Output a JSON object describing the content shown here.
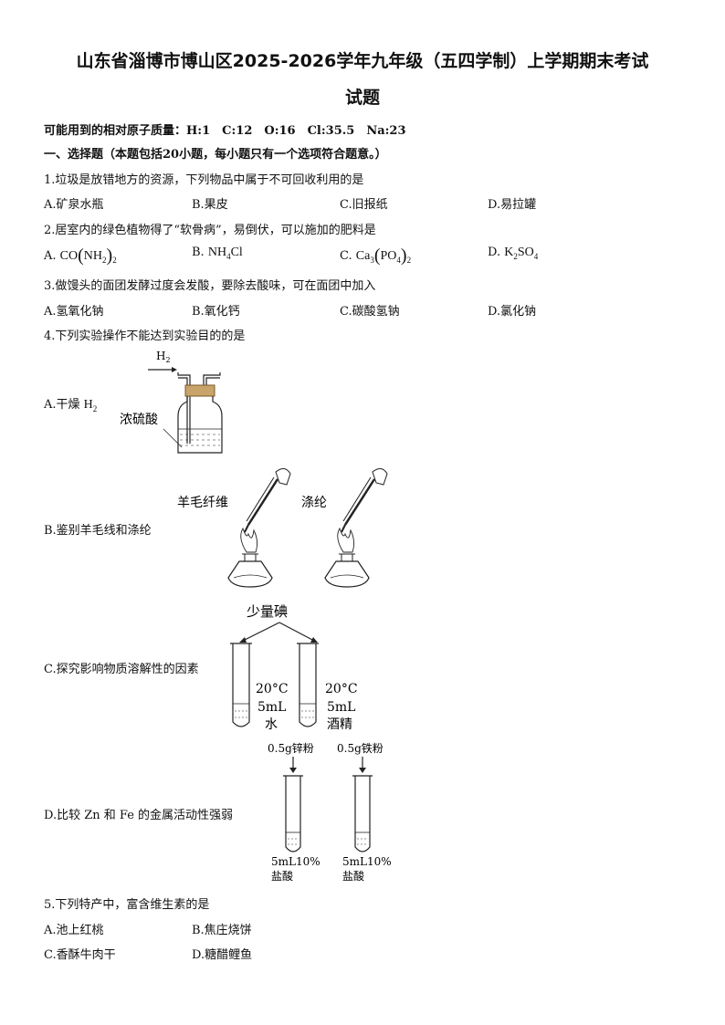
{
  "title": {
    "line1": "山东省淄博市博山区2025-2026学年九年级（五四学制）上学期期末考试",
    "line2": "试题"
  },
  "atomic_masses": "可能用到的相对原子质量：H:1　C:12　O:16　Cl:35.5　Na:23",
  "section1": "一、选择题（本题包括20小题，每小题只有一个选项符合题意。）",
  "q1": {
    "stem": "1.垃圾是放错地方的资源，下列物品中属于不可回收利用的是",
    "a": "A.矿泉水瓶",
    "b": "B.果皮",
    "c": "C.旧报纸",
    "d": "D.易拉罐"
  },
  "q2": {
    "stem": "2.居室内的绿色植物得了“软骨病”，易倒伏，可以施加的肥料是",
    "a_prefix": "A.",
    "b_prefix": "B.",
    "c_prefix": "C.",
    "d_prefix": "D."
  },
  "q3": {
    "stem": "3.做馒头的面团发酵过度会发酸，要除去酸味，可在面团中加入",
    "a": "A.氢氧化钠",
    "b": "B.氧化钙",
    "c": "C.碳酸氢钠",
    "d": "D.氯化钠"
  },
  "q4": {
    "stem": "4.下列实验操作不能达到实验目的的是",
    "a": "A.干燥",
    "a_gas": "H",
    "b": "B.鉴别羊毛线和涤纶",
    "c": "C.探究影响物质溶解性的因素",
    "d": "D.比较 Zn 和 Fe 的金属活动性强弱",
    "fig_a": {
      "inlet": "H",
      "liquid": "浓硫酸"
    },
    "fig_b": {
      "left": "羊毛纤维",
      "right": "涤纶"
    },
    "fig_c": {
      "top": "少量碘",
      "left_temp": "20°C",
      "left_vol": "5mL",
      "left_solvent": "水",
      "right_temp": "20°C",
      "right_vol": "5mL",
      "right_solvent": "酒精"
    },
    "fig_d": {
      "left_top": "0.5g锌粉",
      "right_top": "0.5g铁粉",
      "left_bottom1": "5mL10%",
      "left_bottom2": "盐酸",
      "right_bottom1": "5mL10%",
      "right_bottom2": "盐酸"
    }
  },
  "q5": {
    "stem": "5.下列特产中，富含维生素的是",
    "a": "A.池上红桃",
    "b": "B.焦庄烧饼",
    "c": "C.香酥牛肉干",
    "d": "D.糖醋鲤鱼"
  }
}
